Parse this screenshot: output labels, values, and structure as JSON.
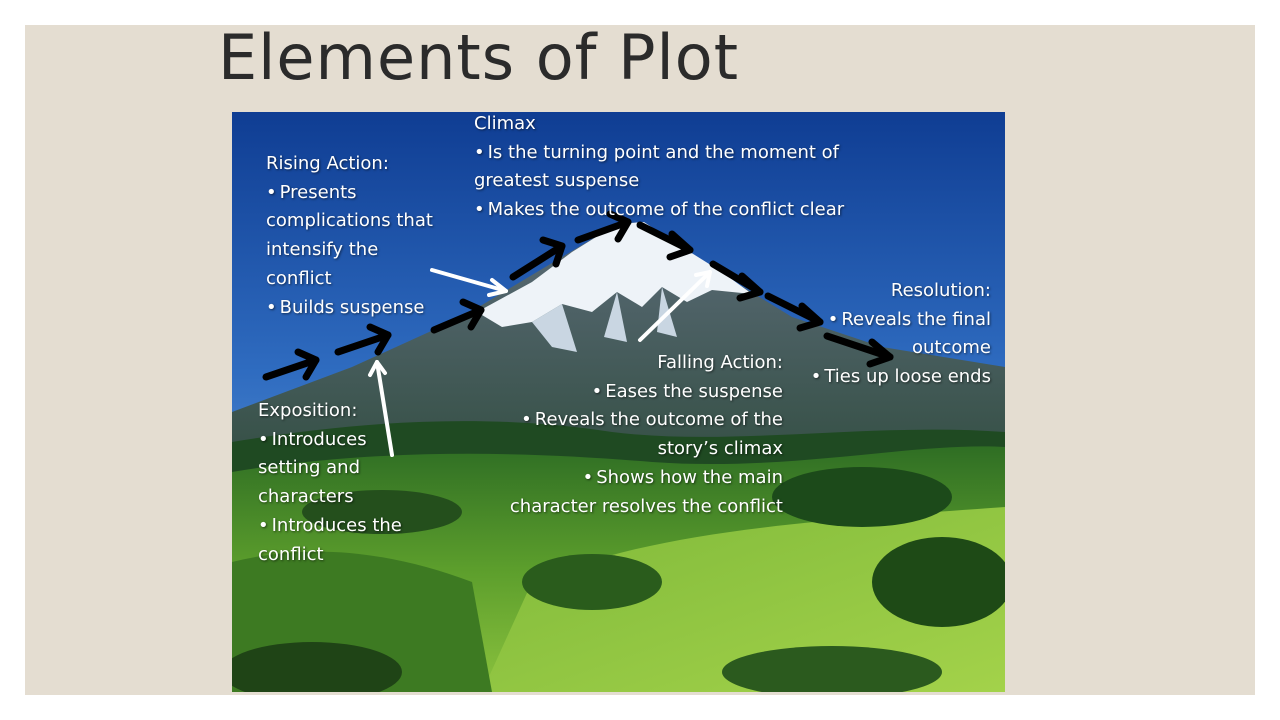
{
  "title": "Elements of Plot",
  "colors": {
    "slide_background": "#e4ddd1",
    "title_text": "#2b2b2b",
    "label_text": "#ffffff",
    "arrow_black": "#000000",
    "arrow_white": "#ffffff"
  },
  "image": {
    "description_icon": "mountain-landscape-photo"
  },
  "sections": {
    "climax": {
      "heading": "Climax",
      "bullets": [
        "Is the turning point and the moment of greatest suspense",
        "Makes the outcome of the conflict clear"
      ]
    },
    "rising_action": {
      "heading": "Rising Action:",
      "bullets": [
        "Presents complications that intensify the conflict",
        "Builds suspense"
      ]
    },
    "exposition": {
      "heading": "Exposition:",
      "bullets": [
        "Introduces setting and characters",
        "Introduces the conflict"
      ]
    },
    "falling_action": {
      "heading": "Falling Action:",
      "bullets": [
        "Eases the suspense",
        "Reveals the outcome of the story’s climax",
        "Shows how the main character resolves the conflict"
      ]
    },
    "resolution": {
      "heading": "Resolution:",
      "bullets": [
        "Reveals the final outcome",
        "Ties up loose ends"
      ]
    }
  }
}
